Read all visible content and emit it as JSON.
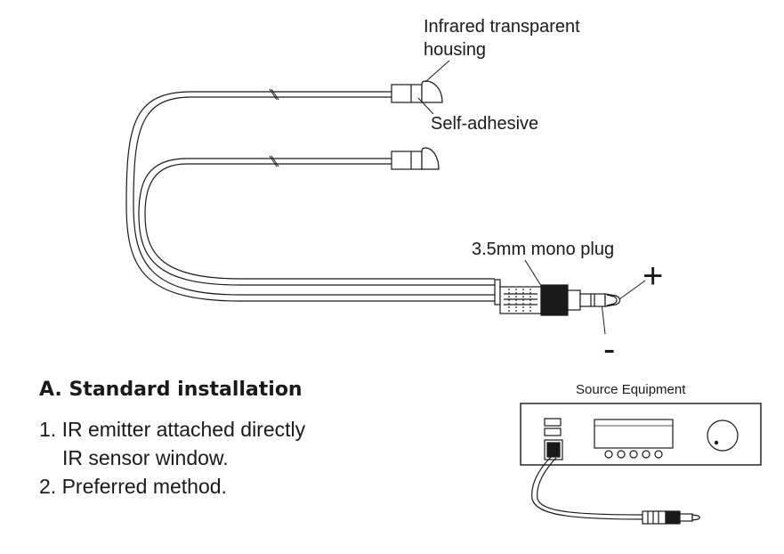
{
  "labels": {
    "housing_line1": "Infrared  transparent",
    "housing_line2": "housing",
    "adhesive": "Self-adhesive",
    "plug": "3.5mm mono plug",
    "plus": "+",
    "minus": "-"
  },
  "section": {
    "heading": "A. Standard installation",
    "steps": [
      "1. IR emitter attached directly",
      "IR sensor window.",
      "2. Preferred method."
    ]
  },
  "equipment": {
    "title": "Source Equipment"
  },
  "colors": {
    "ink": "#1a1a1a",
    "background": "#ffffff"
  }
}
